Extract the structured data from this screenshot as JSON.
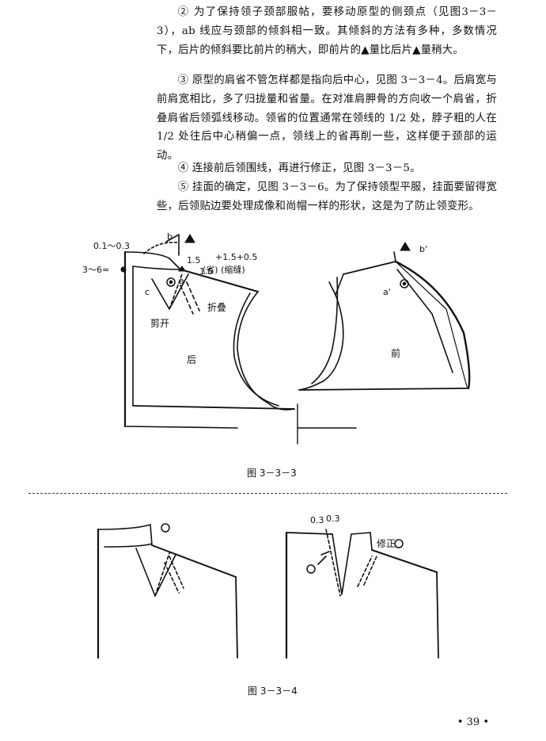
{
  "paragraphs": [
    "② 为了保持领子颈部服帖，要移动原型的侧颈点（见图3－3－3），ab 线应与颈部的倾斜相一致。其倾斜的方法有多种，多数情况下，后片的倾斜要比前片的稍大，即前片的▲量比后片▲量稍大。",
    "③ 原型的肩省不管怎样都是指向后中心，见图 3－3－4。后肩宽与前肩宽相比，多了归拢量和省量。在对准肩胛骨的方向收一个肩省，折叠肩省后领弧线移动。领省的位置通常在领线的 1/2 处，脖子粗的人在 1/2 处往后中心稍偏一点，领线上的省再削一些，这样便于颈部的运动。",
    "④ 连接前后领围线，再进行修正，见图 3－3－5。",
    "⑤ 挂面的确定，见图 3－3－6。为了保持领型平服，挂面要留得宽些，后领贴边要处理成像和尚帽一样的形状，这是为了防止领变形。"
  ],
  "figure1": {
    "caption": "图 3－3－3",
    "labels": {
      "dim_01_03": "0.1～0.3",
      "dim_3_6": "3～6=",
      "b": "b",
      "a": "a",
      "c": "c",
      "dim_15a": "1.5",
      "dim_15b": "1.5",
      "formula": "+1.5+0.5",
      "shengsuo": "(省) (缩缝)",
      "zhedie": "折叠",
      "jiankai": "剪开",
      "hou": "后",
      "qian": "前",
      "a_prime": "a'",
      "b_prime": "b'"
    }
  },
  "figure2": {
    "caption": "图 3－3－4",
    "labels": {
      "dim_03a": "0.3",
      "dim_03b": "0.3",
      "xiuzheng": "修正"
    }
  },
  "page_number": "• 39 •"
}
